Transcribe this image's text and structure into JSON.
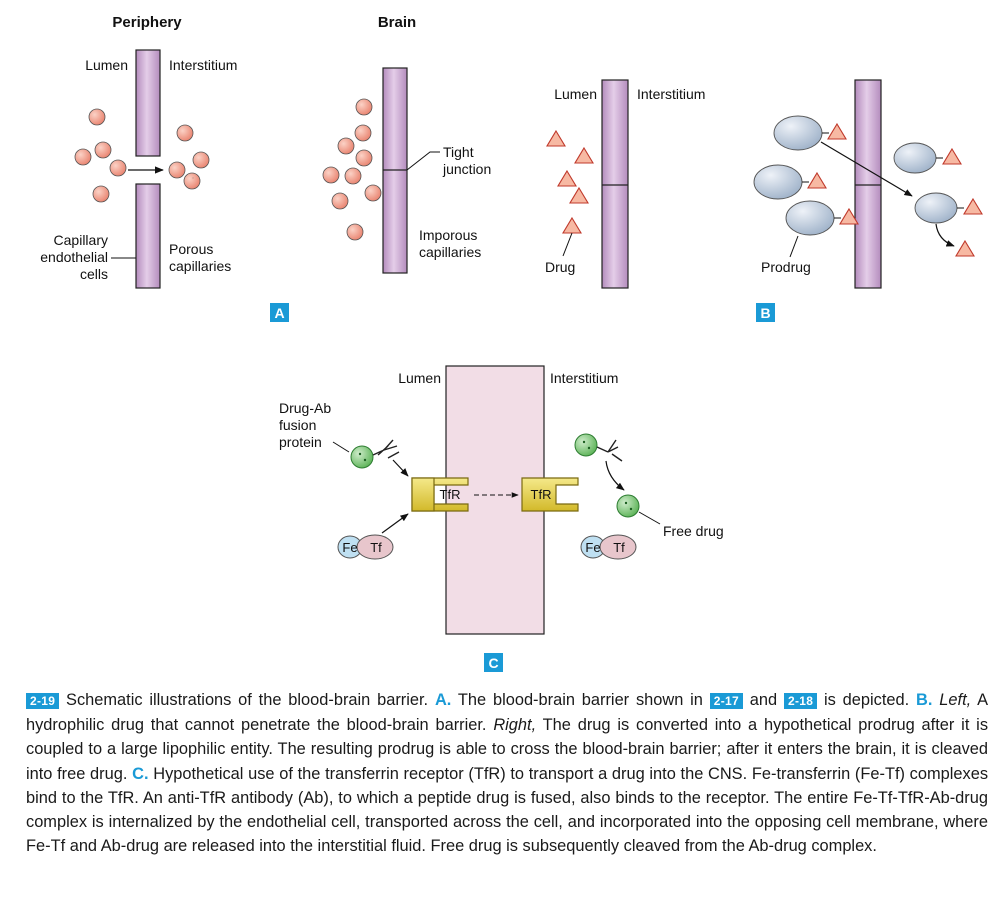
{
  "panel_a": {
    "badge": "A",
    "periphery": {
      "title": "Periphery",
      "lumen": "Lumen",
      "interstitium": "Interstitium",
      "cells_label": [
        "Capillary",
        "endothelial",
        "cells"
      ],
      "porous_label": [
        "Porous",
        "capillaries"
      ]
    },
    "brain": {
      "title": "Brain",
      "tight_label": [
        "Tight",
        "junction"
      ],
      "imporous_label": [
        "Imporous",
        "capillaries"
      ]
    }
  },
  "panel_b": {
    "badge": "B",
    "lumen": "Lumen",
    "interstitium": "Interstitium",
    "drug": "Drug",
    "prodrug": "Prodrug"
  },
  "panel_c": {
    "badge": "C",
    "lumen": "Lumen",
    "interstitium": "Interstitium",
    "fusion_label": [
      "Drug-Ab",
      "fusion",
      "protein"
    ],
    "receptor": "TfR",
    "fe": "Fe",
    "tf": "Tf",
    "free_drug": "Free drug"
  },
  "caption": {
    "figure_number": "2-19",
    "intro": "Schematic illustrations of the blood-brain barrier.",
    "a_label": "A.",
    "a_text": "The blood-brain barrier shown in",
    "ref1": "2-17",
    "and_word": "and",
    "ref2": "2-18",
    "a_end": "is depicted.",
    "b_label": "B.",
    "left_word": "Left,",
    "b_left": "A hydrophilic drug that cannot penetrate the blood-brain barrier.",
    "right_word": "Right,",
    "b_right": "The drug is converted into a hypothetical prodrug after it is coupled to a large lipophilic entity. The resulting prodrug is able to cross the blood-brain barrier; after it enters the brain, it is cleaved into free drug.",
    "c_label": "C.",
    "c_text": "Hypothetical use of the transferrin receptor (TfR) to transport a drug into the CNS. Fe-transferrin (Fe-Tf) complexes bind to the TfR. An anti-TfR antibody (Ab), to which a peptide drug is fused, also binds to the receptor. The entire Fe-Tf-TfR-Ab-drug complex is internalized by the endothelial cell, transported across the cell, and incorporated into the opposing cell membrane, where Fe-Tf and Ab-drug are released into the interstitial fluid. Free drug is subsequently cleaved from the Ab-drug complex."
  },
  "colors": {
    "membrane": "#c8a6cf",
    "cell_body": "#f2dde6",
    "particle": "#f0a08e",
    "drug": "#f7b9a3",
    "prodrug_carrier": "#b9c8dc",
    "ab_drug": "#7fc77b",
    "receptor": "#e6d24a",
    "fe": "#bfe0f2",
    "tf": "#e8c6cc",
    "badge": "#1a9ad6"
  }
}
